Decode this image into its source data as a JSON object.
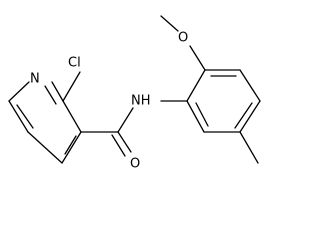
{
  "structure": {
    "atom_labels": {
      "methoxy_oxygen": "O",
      "amide_nitrogen": "NH",
      "chlorine": "Cl",
      "pyridine_nitrogen": "N",
      "carbonyl_oxygen": "O"
    },
    "colors": {
      "bond": "#000000",
      "label": "#000000",
      "background": "#ffffff"
    }
  }
}
